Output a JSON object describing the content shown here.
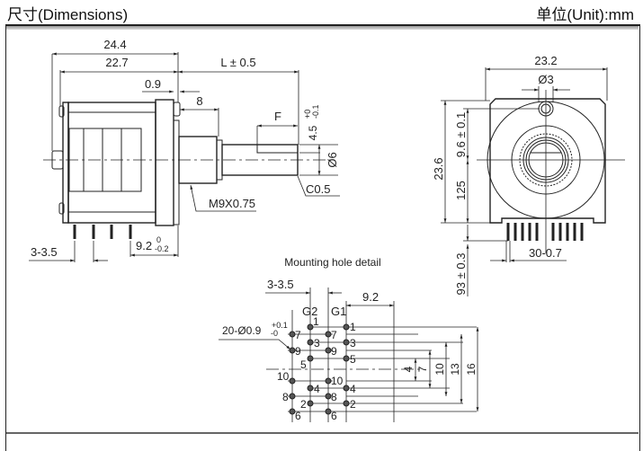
{
  "header": {
    "title": "尺寸(Dimensions)",
    "unit": "单位(Unit):mm"
  },
  "side_view": {
    "dim_overall": "24.4",
    "dim_body": "22.7",
    "dim_flange": "0.9",
    "dim_bushing": "8",
    "dim_shaft_length": "L ± 0.5",
    "dim_flat": "F",
    "dim_flat_depth": "4.5",
    "dim_flat_depth_tol_upper": "+0",
    "dim_flat_depth_tol_lower": "-0.1",
    "dim_shaft_dia": "Ø6",
    "dim_chamfer": "C0.5",
    "thread_label": "M9X0.75",
    "dim_pin_pitch": "3-3.5",
    "dim_pin_offset": "9.2",
    "dim_pin_offset_tol_upper": "0",
    "dim_pin_offset_tol_lower": "-0.2"
  },
  "front_view": {
    "dim_width": "23.2",
    "dim_hole": "Ø3",
    "dim_height": "23.6",
    "dim_hole_pos": "9.6 ± 0.1",
    "dim_center": "125",
    "dim_pin_len": "93 ± 0.3",
    "dim_pin_width": "30-0.7"
  },
  "mounting": {
    "title": "Mounting  hole  detail",
    "dim_pitch": "3-3.5",
    "dim_offset": "9.2",
    "hole_label": "20-Ø0.9",
    "hole_tol_upper": "+0.1",
    "hole_tol_lower": "-0",
    "group_left": "G2",
    "group_right": "G1",
    "pins_left": [
      "1",
      "7",
      "3",
      "9",
      "5",
      "10",
      "4",
      "8",
      "2",
      "6"
    ],
    "pins_right": [
      "1",
      "7",
      "3",
      "9",
      "5",
      "10",
      "4",
      "8",
      "2",
      "6"
    ],
    "vertical_dims": [
      "4",
      "7",
      "10",
      "13",
      "16"
    ]
  }
}
